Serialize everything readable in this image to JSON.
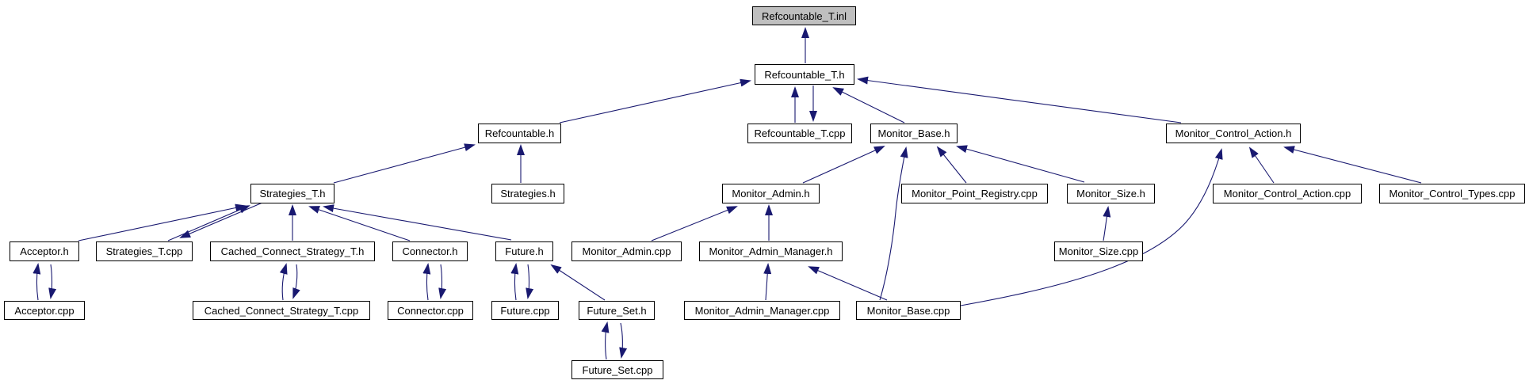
{
  "diagram": {
    "type": "include-dependency-graph",
    "root_node": "Refcountable_T.inl",
    "colors": {
      "edge": "#191970",
      "node_border": "#000000",
      "node_fill": "#ffffff",
      "root_fill": "#bfbfbf",
      "background": "#ffffff"
    },
    "nodes": [
      {
        "id": "Refcountable_T.inl",
        "label": "Refcountable_T.inl",
        "is_root": true
      },
      {
        "id": "Refcountable_T.h",
        "label": "Refcountable_T.h",
        "is_root": false
      },
      {
        "id": "Refcountable.h",
        "label": "Refcountable.h",
        "is_root": false
      },
      {
        "id": "Refcountable_T.cpp",
        "label": "Refcountable_T.cpp",
        "is_root": false
      },
      {
        "id": "Monitor_Base.h",
        "label": "Monitor_Base.h",
        "is_root": false
      },
      {
        "id": "Monitor_Control_Action.h",
        "label": "Monitor_Control_Action.h",
        "is_root": false
      },
      {
        "id": "Strategies_T.h",
        "label": "Strategies_T.h",
        "is_root": false
      },
      {
        "id": "Strategies.h",
        "label": "Strategies.h",
        "is_root": false
      },
      {
        "id": "Monitor_Admin.h",
        "label": "Monitor_Admin.h",
        "is_root": false
      },
      {
        "id": "Monitor_Point_Registry.cpp",
        "label": "Monitor_Point_Registry.cpp",
        "is_root": false
      },
      {
        "id": "Monitor_Size.h",
        "label": "Monitor_Size.h",
        "is_root": false
      },
      {
        "id": "Monitor_Control_Action.cpp",
        "label": "Monitor_Control_Action.cpp",
        "is_root": false
      },
      {
        "id": "Monitor_Control_Types.cpp",
        "label": "Monitor_Control_Types.cpp",
        "is_root": false
      },
      {
        "id": "Acceptor.h",
        "label": "Acceptor.h",
        "is_root": false
      },
      {
        "id": "Strategies_T.cpp",
        "label": "Strategies_T.cpp",
        "is_root": false
      },
      {
        "id": "Cached_Connect_Strategy_T.h",
        "label": "Cached_Connect_Strategy_T.h",
        "is_root": false
      },
      {
        "id": "Connector.h",
        "label": "Connector.h",
        "is_root": false
      },
      {
        "id": "Future.h",
        "label": "Future.h",
        "is_root": false
      },
      {
        "id": "Monitor_Admin.cpp",
        "label": "Monitor_Admin.cpp",
        "is_root": false
      },
      {
        "id": "Monitor_Admin_Manager.h",
        "label": "Monitor_Admin_Manager.h",
        "is_root": false
      },
      {
        "id": "Monitor_Size.cpp",
        "label": "Monitor_Size.cpp",
        "is_root": false
      },
      {
        "id": "Acceptor.cpp",
        "label": "Acceptor.cpp",
        "is_root": false
      },
      {
        "id": "Cached_Connect_Strategy_T.cpp",
        "label": "Cached_Connect_Strategy_T.cpp",
        "is_root": false
      },
      {
        "id": "Connector.cpp",
        "label": "Connector.cpp",
        "is_root": false
      },
      {
        "id": "Future.cpp",
        "label": "Future.cpp",
        "is_root": false
      },
      {
        "id": "Future_Set.h",
        "label": "Future_Set.h",
        "is_root": false
      },
      {
        "id": "Monitor_Admin_Manager.cpp",
        "label": "Monitor_Admin_Manager.cpp",
        "is_root": false
      },
      {
        "id": "Monitor_Base.cpp",
        "label": "Monitor_Base.cpp",
        "is_root": false
      },
      {
        "id": "Future_Set.cpp",
        "label": "Future_Set.cpp",
        "is_root": false
      }
    ],
    "edges": [
      {
        "from": "Refcountable_T.h",
        "to": "Refcountable_T.inl"
      },
      {
        "from": "Refcountable.h",
        "to": "Refcountable_T.h"
      },
      {
        "from": "Refcountable_T.cpp",
        "to": "Refcountable_T.h"
      },
      {
        "from": "Refcountable_T.h",
        "to": "Refcountable_T.cpp"
      },
      {
        "from": "Monitor_Base.h",
        "to": "Refcountable_T.h"
      },
      {
        "from": "Monitor_Control_Action.h",
        "to": "Refcountable_T.h"
      },
      {
        "from": "Strategies_T.h",
        "to": "Refcountable.h"
      },
      {
        "from": "Strategies.h",
        "to": "Refcountable.h"
      },
      {
        "from": "Monitor_Admin.h",
        "to": "Monitor_Base.h"
      },
      {
        "from": "Monitor_Base.cpp",
        "to": "Monitor_Base.h"
      },
      {
        "from": "Monitor_Point_Registry.cpp",
        "to": "Monitor_Base.h"
      },
      {
        "from": "Monitor_Size.h",
        "to": "Monitor_Base.h"
      },
      {
        "from": "Monitor_Control_Action.cpp",
        "to": "Monitor_Control_Action.h"
      },
      {
        "from": "Monitor_Control_Types.cpp",
        "to": "Monitor_Control_Action.h"
      },
      {
        "from": "Monitor_Base.cpp",
        "to": "Monitor_Control_Action.h"
      },
      {
        "from": "Acceptor.h",
        "to": "Strategies_T.h"
      },
      {
        "from": "Strategies_T.cpp",
        "to": "Strategies_T.h"
      },
      {
        "from": "Strategies_T.h",
        "to": "Strategies_T.cpp"
      },
      {
        "from": "Cached_Connect_Strategy_T.h",
        "to": "Strategies_T.h"
      },
      {
        "from": "Connector.h",
        "to": "Strategies_T.h"
      },
      {
        "from": "Future.h",
        "to": "Strategies_T.h"
      },
      {
        "from": "Acceptor.cpp",
        "to": "Acceptor.h"
      },
      {
        "from": "Acceptor.h",
        "to": "Acceptor.cpp"
      },
      {
        "from": "Cached_Connect_Strategy_T.cpp",
        "to": "Cached_Connect_Strategy_T.h"
      },
      {
        "from": "Cached_Connect_Strategy_T.h",
        "to": "Cached_Connect_Strategy_T.cpp"
      },
      {
        "from": "Connector.cpp",
        "to": "Connector.h"
      },
      {
        "from": "Connector.h",
        "to": "Connector.cpp"
      },
      {
        "from": "Future.cpp",
        "to": "Future.h"
      },
      {
        "from": "Future.h",
        "to": "Future.cpp"
      },
      {
        "from": "Future_Set.h",
        "to": "Future.h"
      },
      {
        "from": "Monitor_Admin.cpp",
        "to": "Monitor_Admin.h"
      },
      {
        "from": "Monitor_Admin_Manager.h",
        "to": "Monitor_Admin.h"
      },
      {
        "from": "Monitor_Admin_Manager.cpp",
        "to": "Monitor_Admin_Manager.h"
      },
      {
        "from": "Monitor_Base.cpp",
        "to": "Monitor_Admin_Manager.h"
      },
      {
        "from": "Monitor_Size.cpp",
        "to": "Monitor_Size.h"
      },
      {
        "from": "Future_Set.cpp",
        "to": "Future_Set.h"
      },
      {
        "from": "Future_Set.h",
        "to": "Future_Set.cpp"
      }
    ]
  }
}
